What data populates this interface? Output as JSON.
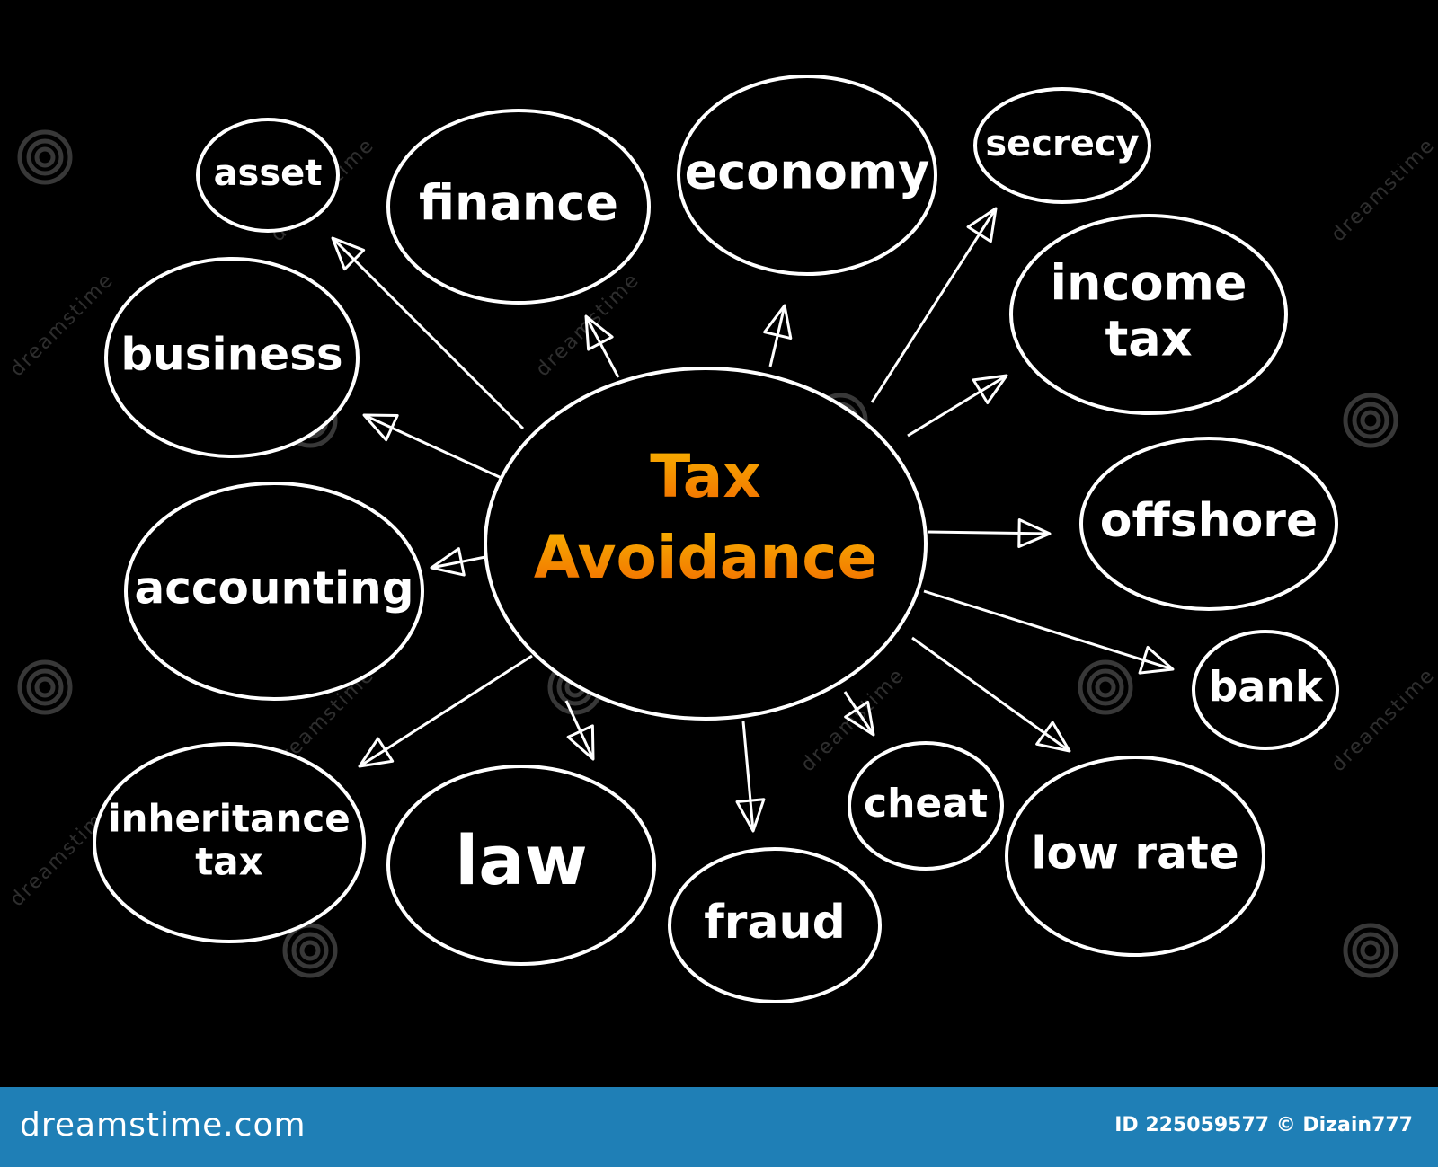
{
  "diagram": {
    "center": {
      "line1": "Tax",
      "line2": "Avoidance",
      "color_top": "#f7b500",
      "color_bottom": "#f26a00"
    },
    "nodes": [
      {
        "id": "asset",
        "lines": [
          "asset"
        ]
      },
      {
        "id": "finance",
        "lines": [
          "finance"
        ]
      },
      {
        "id": "economy",
        "lines": [
          "economy"
        ]
      },
      {
        "id": "secrecy",
        "lines": [
          "secrecy"
        ]
      },
      {
        "id": "income-tax",
        "lines": [
          "income",
          "tax"
        ]
      },
      {
        "id": "business",
        "lines": [
          "business"
        ]
      },
      {
        "id": "offshore",
        "lines": [
          "offshore"
        ]
      },
      {
        "id": "accounting",
        "lines": [
          "accounting"
        ]
      },
      {
        "id": "bank",
        "lines": [
          "bank"
        ]
      },
      {
        "id": "inheritance-tax",
        "lines": [
          "inheritance",
          "tax"
        ]
      },
      {
        "id": "law",
        "lines": [
          "law"
        ]
      },
      {
        "id": "fraud",
        "lines": [
          "fraud"
        ]
      },
      {
        "id": "cheat",
        "lines": [
          "cheat"
        ]
      },
      {
        "id": "low-rate",
        "lines": [
          "low rate"
        ]
      }
    ],
    "line_color": "#ffffff"
  },
  "watermark": {
    "text": "dreamstime"
  },
  "footer": {
    "site": "dreamstime.com",
    "credit": "ID 225059577 © Dizain777",
    "background": "#1f7fb6"
  }
}
